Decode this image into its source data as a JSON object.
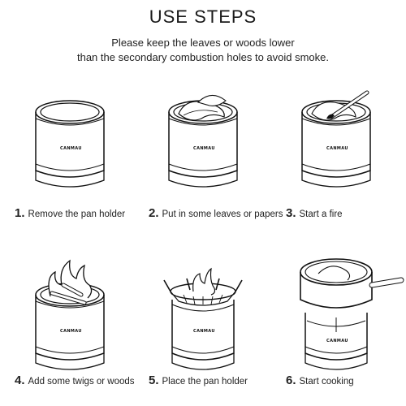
{
  "header": {
    "title": "USE STEPS",
    "subtitle_line1": "Please keep the leaves or woods lower",
    "subtitle_line2": "than the secondary combustion holes to avoid smoke."
  },
  "brand_mark": "CANMAU",
  "steps": [
    {
      "number": "1.",
      "label": "Remove the pan holder"
    },
    {
      "number": "2.",
      "label": "Put in some leaves or papers"
    },
    {
      "number": "3.",
      "label": "Start a fire"
    },
    {
      "number": "4.",
      "label": "Add some twigs or woods"
    },
    {
      "number": "5.",
      "label": "Place the pan holder"
    },
    {
      "number": "6.",
      "label": "Start cooking"
    }
  ],
  "icons": [
    "stove-icon",
    "leaves-icon",
    "match-icon",
    "flame-icon",
    "pan-holder-icon",
    "pan-icon"
  ]
}
